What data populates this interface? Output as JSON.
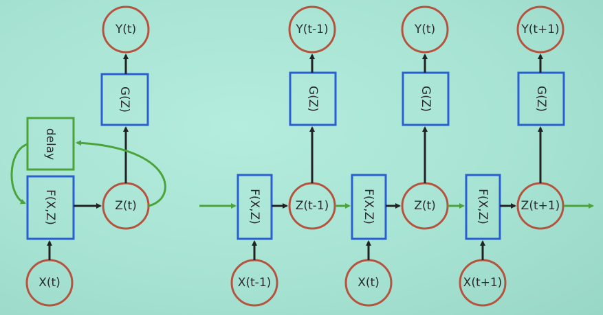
{
  "folded": {
    "output": "Y(t)",
    "output_fn": "G(Z)",
    "delay": "delay",
    "state_fn": "F(X,Z)",
    "state": "Z(t)",
    "input": "X(t)"
  },
  "unrolled": [
    {
      "output": "Y(t-1)",
      "output_fn": "G(Z)",
      "state_fn": "F(X,Z)",
      "state": "Z(t-1)",
      "input": "X(t-1)"
    },
    {
      "output": "Y(t)",
      "output_fn": "G(Z)",
      "state_fn": "F(X,Z)",
      "state": "Z(t)",
      "input": "X(t)"
    },
    {
      "output": "Y(t+1)",
      "output_fn": "G(Z)",
      "state_fn": "F(X,Z)",
      "state": "Z(t+1)",
      "input": "X(t+1)"
    }
  ],
  "colors": {
    "node_circle": "#b5533f",
    "function_box": "#2a5fd0",
    "delay": "#4aa43a"
  }
}
